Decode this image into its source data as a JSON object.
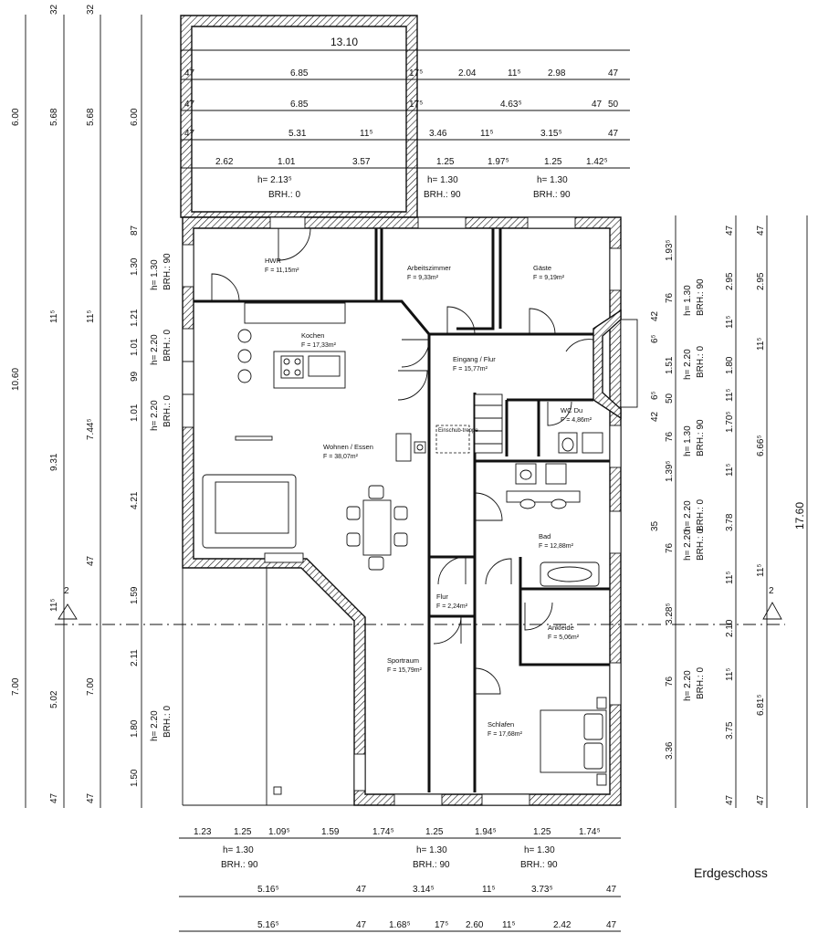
{
  "title": "Erdgeschoss",
  "rooms": [
    {
      "name": "HWR",
      "area": "F = 11,15m²"
    },
    {
      "name": "Arbeitszimmer",
      "area": "F = 9,33m²"
    },
    {
      "name": "Gäste",
      "area": "F = 9,19m²"
    },
    {
      "name": "Kochen",
      "area": "F = 17,33m²"
    },
    {
      "name": "Eingang / Flur",
      "area": "F = 15,77m²"
    },
    {
      "name": "WC Du",
      "area": "F = 4,86m²"
    },
    {
      "name": "Wohnen / Essen",
      "area": "F = 38,07m²"
    },
    {
      "name": "Bad",
      "area": "F = 12,88m²"
    },
    {
      "name": "Flur",
      "area": "F = 2,24m²"
    },
    {
      "name": "Ankleide",
      "area": "F = 5,06m²"
    },
    {
      "name": "Sportraum",
      "area": "F = 15,79m²"
    },
    {
      "name": "Schlafen",
      "area": "F = 17,68m²"
    }
  ],
  "stair_label": "Einschub-treppe",
  "garage": {
    "width": "13.10",
    "rows": [
      [
        "47",
        "6.85",
        "17⁵",
        "2.04",
        "11⁵",
        "2.98",
        "47"
      ],
      [
        "47",
        "6.85",
        "17⁵",
        "4.63⁵",
        "47",
        "50"
      ],
      [
        "47",
        "5.31",
        "11⁵",
        "3.46",
        "11⁵",
        "3.15⁵",
        "47"
      ],
      [
        "2.62",
        "1.01",
        "3.57",
        "1.25",
        "1.97⁵",
        "1.25",
        "1.42⁵"
      ]
    ],
    "openings": [
      {
        "h": "h= 2.13⁵",
        "brh": "BRH.: 0"
      },
      {
        "h": "h= 1.30",
        "brh": "BRH.: 90"
      },
      {
        "h": "h= 1.30",
        "brh": "BRH.: 90"
      }
    ]
  },
  "left_dims": {
    "col1": [
      "6.00",
      "10.60",
      "7.00"
    ],
    "col2": [
      "5.68",
      "11⁵",
      "9.31",
      "11⁵",
      "5.02",
      "47",
      "32"
    ],
    "col3": [
      "5.68",
      "11⁵",
      "7.44⁵",
      "47",
      "7.00",
      "47",
      "32"
    ],
    "col4": [
      "6.00",
      "87",
      "1.30",
      "1.21",
      "1.01",
      "99",
      "1.01",
      "4.21",
      "1.59",
      "2.11",
      "1.80",
      "1.50"
    ],
    "openings": [
      "h= 1.30",
      "BRH.: 90",
      "h= 2.20",
      "BRH.: 0",
      "h= 2.20",
      "BRH.: 0",
      "h= 2.20",
      "BRH.: 0"
    ]
  },
  "right_dims": {
    "col1": [
      "1.93⁵",
      "76",
      "42",
      "6⁵",
      "1.51",
      "50",
      "6⁵",
      "42",
      "76",
      "1.39⁵",
      "35",
      "76",
      "3.28⁵",
      "76",
      "3.36"
    ],
    "openings": [
      "h= 1.30",
      "BRH.: 90",
      "h= 2.20",
      "BRH.: 0",
      "h= 1.30",
      "BRH.: 90",
      "h= 2.20",
      "BRH.: 0",
      "h= 2.20",
      "BRH.: 0",
      "h= 2.20",
      "BRH.: 0"
    ],
    "col2": [
      "47",
      "2.95",
      "11⁵",
      "1.80",
      "11⁵",
      "1.70⁵",
      "11⁵",
      "3.78",
      "11⁵",
      "2.10",
      "11⁵",
      "3.75",
      "47"
    ],
    "col3": [
      "47",
      "2.95",
      "11⁵",
      "6.66⁵",
      "11⁵",
      "6.81⁵",
      "47"
    ],
    "total": "17.60"
  },
  "bottom_dims": {
    "row1": [
      "1.23",
      "1.25",
      "1.09⁵",
      "1.59",
      "1.74⁵",
      "1.25",
      "1.94⁵",
      "1.25",
      "1.74⁵"
    ],
    "openings": [
      {
        "h": "h= 1.30",
        "brh": "BRH.: 90"
      },
      {
        "h": "h= 1.30",
        "brh": "BRH.: 90"
      },
      {
        "h": "h= 1.30",
        "brh": "BRH.: 90"
      }
    ],
    "row2": [
      "5.16⁵",
      "47",
      "3.14⁵",
      "11⁵",
      "3.73⁵",
      "47"
    ],
    "row3": [
      "5.16⁵",
      "47",
      "1.68⁵",
      "17⁵",
      "2.60",
      "11⁵",
      "2.42",
      "47"
    ]
  },
  "section_marker": "2"
}
